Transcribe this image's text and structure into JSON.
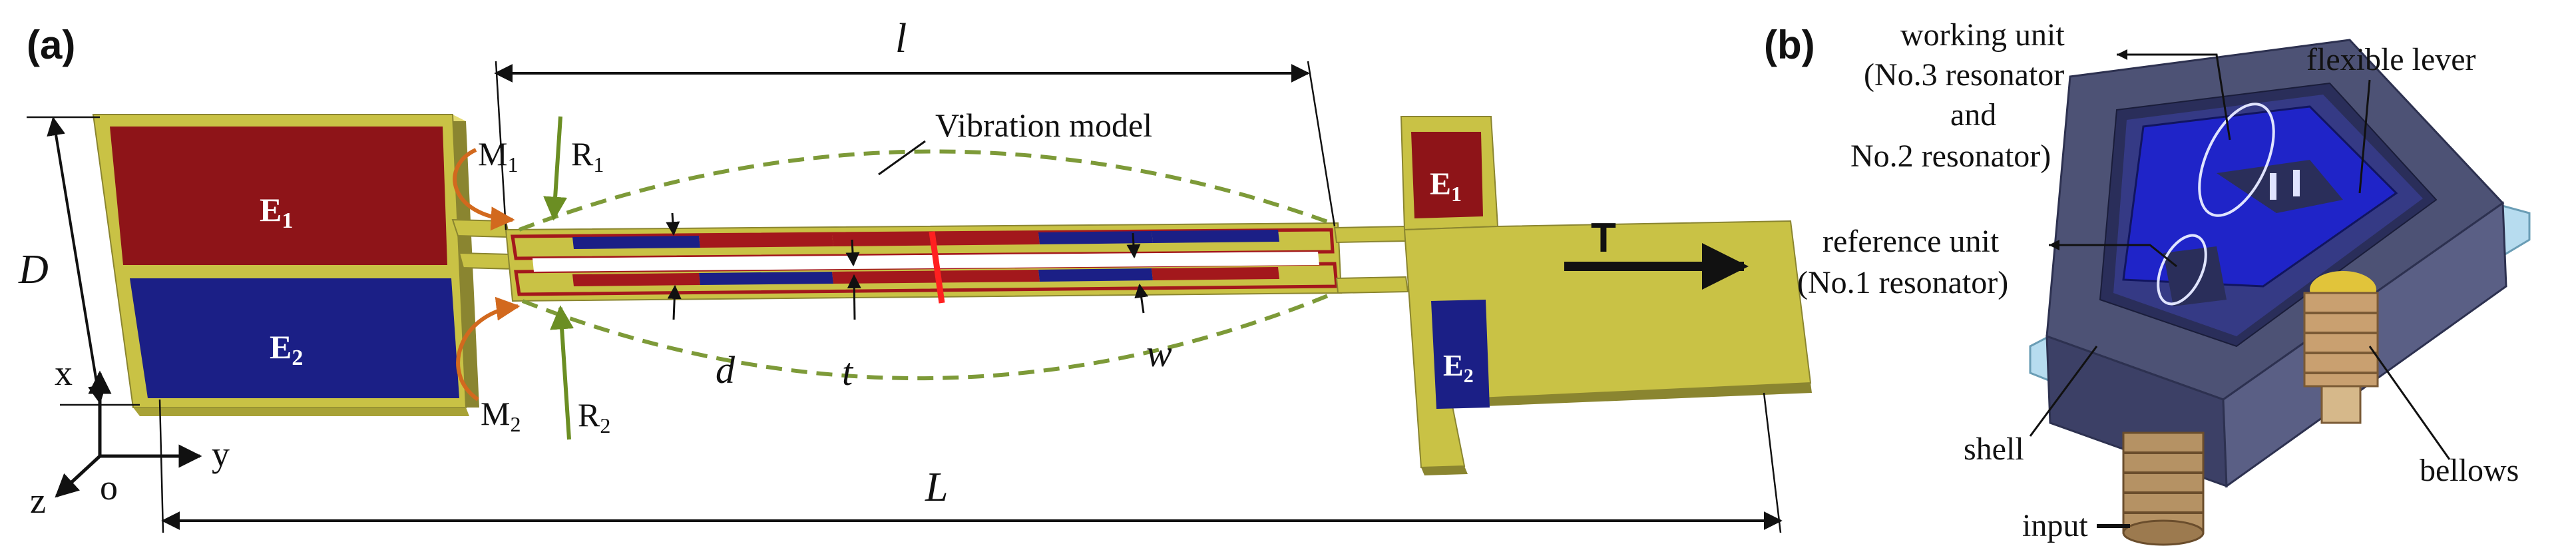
{
  "panel_a": {
    "label": "(a)",
    "dim_l": "l",
    "dim_D": "D",
    "dim_L": "L",
    "dim_d": "d",
    "dim_t": "t",
    "dim_w": "w",
    "vibration_model": "Vibration model",
    "electrode_1": "E",
    "electrode_1_sub": "1",
    "electrode_2": "E",
    "electrode_2_sub": "2",
    "moment_1": "M",
    "moment_1_sub": "1",
    "moment_2": "M",
    "moment_2_sub": "2",
    "reaction_1": "R",
    "reaction_1_sub": "1",
    "reaction_2": "R",
    "reaction_2_sub": "2",
    "tension": "T",
    "axis_x": "x",
    "axis_y": "y",
    "axis_z": "z",
    "origin": "o"
  },
  "panel_b": {
    "label": "(b)",
    "working_unit_1": "working unit",
    "working_unit_2": "(No.3 resonator",
    "working_unit_3": "and",
    "working_unit_4": "No.2 resonator)",
    "flexible_lever": "flexible lever",
    "reference_unit_1": "reference unit",
    "reference_unit_2": "(No.1 resonator)",
    "shell": "shell",
    "bellows": "bellows",
    "input": "input"
  },
  "colors": {
    "substrate": "#c9c245",
    "electrode_red": "#8e1418",
    "electrode_blue": "#1b1f86",
    "beam_red": "#a3181c",
    "dashed_green": "#7d9a38",
    "moment_orange": "#d2691e",
    "reaction_green": "#6b8e23",
    "red_mark": "#ff2020",
    "shell_gray": "#4d5275",
    "base_light": "#b7dcef",
    "inner_blue": "#1f24c8",
    "bellows_tan": "#c9a070"
  }
}
